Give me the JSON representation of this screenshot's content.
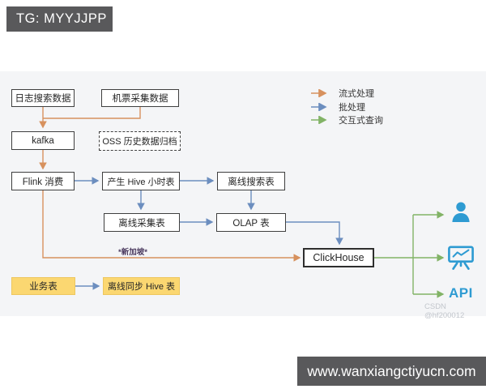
{
  "header": {
    "badge_text": "TG: MYYJJPP"
  },
  "legend": {
    "items": [
      {
        "id": "stream",
        "label": "流式处理",
        "color": "#D7915E"
      },
      {
        "id": "batch",
        "label": "批处理",
        "color": "#6C8EBF"
      },
      {
        "id": "interactive",
        "label": "交互式查询",
        "color": "#82B366"
      }
    ]
  },
  "diagram": {
    "nodes": {
      "log_search": "日志搜索数据",
      "ticket_data": "机票采集数据",
      "kafka": "kafka",
      "oss_archive": "OSS 历史数据归档",
      "flink": "Flink 消费",
      "hive_hourly": "产生 Hive 小时表",
      "offline_search": "离线搜索表",
      "offline_collect": "离线采集表",
      "olap": "OLAP 表",
      "clickhouse": "ClickHouse",
      "business": "业务表",
      "offline_sync_hive": "离线同步 Hive 表"
    },
    "edge_labels": {
      "singapore": "*新加坡*"
    },
    "outputs": {
      "api_label": "API"
    },
    "colors": {
      "stream": "#D7915E",
      "batch": "#6C8EBF",
      "interactive": "#82B366",
      "icon_blue": "#2E9BD2",
      "node_yellow": "#FBD771",
      "panel_bg": "#F4F5F7",
      "bar_bg": "#59595B"
    }
  },
  "watermark": "CSDN @hf200012",
  "footer": {
    "url_text": "www.wanxiangctiyucn.com"
  }
}
